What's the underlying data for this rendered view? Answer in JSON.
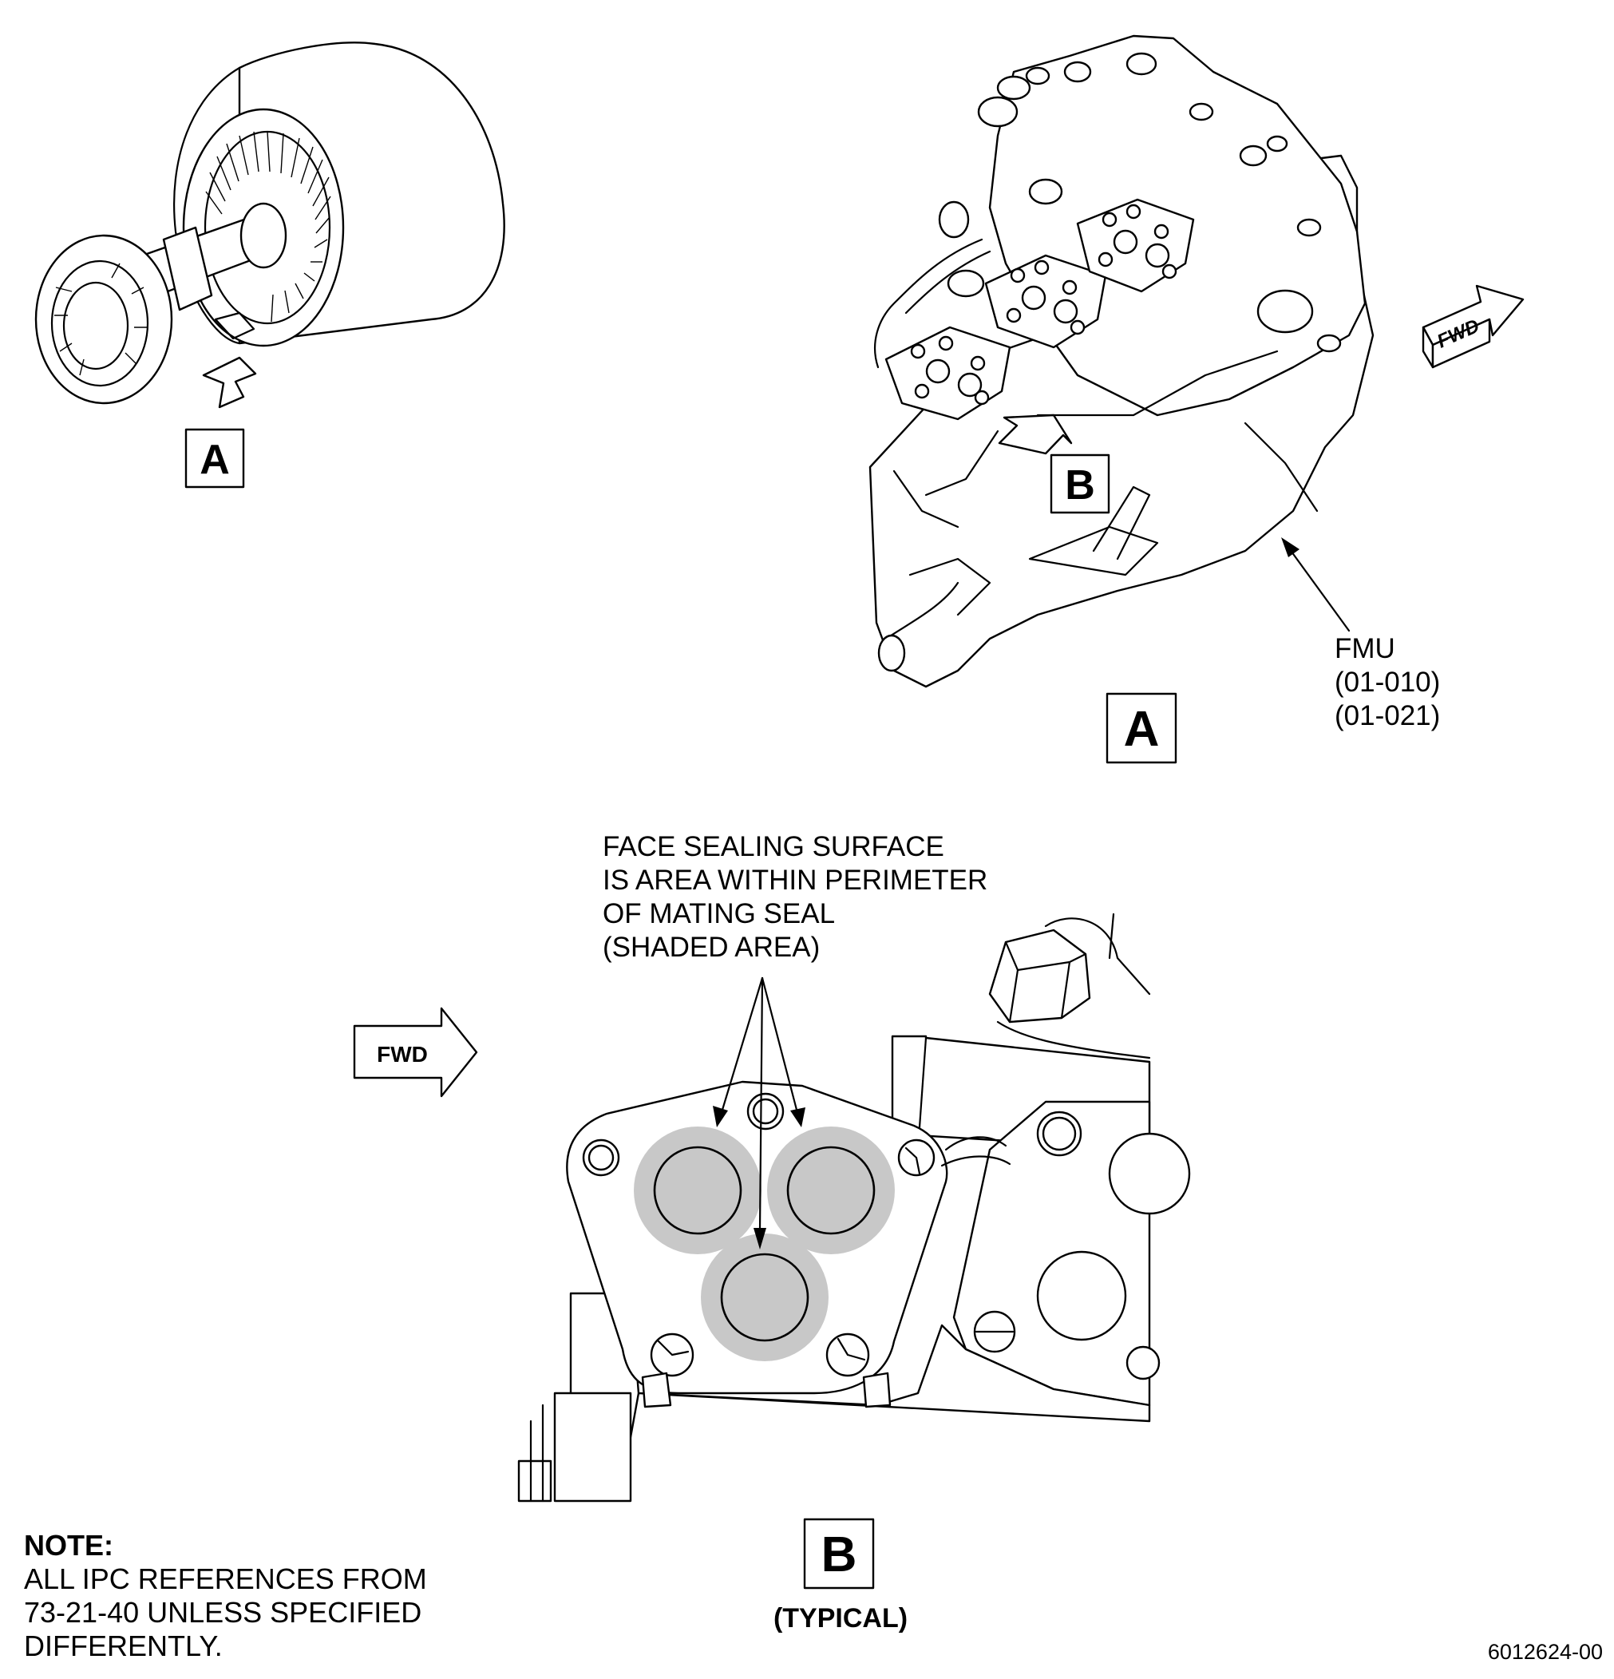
{
  "view_a_callout": "A",
  "view_b_callout": "B",
  "fwd_label": "FWD",
  "fmu_label": [
    "FMU",
    "(01-010)",
    "(01-021)"
  ],
  "sealing_callout": [
    "FACE SEALING SURFACE",
    "IS AREA WITHIN PERIMETER",
    "OF MATING SEAL",
    "(SHADED AREA)"
  ],
  "view_b_caption": "(TYPICAL)",
  "note": {
    "heading": "NOTE:",
    "lines": [
      "ALL IPC REFERENCES FROM",
      "73-21-40 UNLESS SPECIFIED",
      "DIFFERENTLY."
    ]
  },
  "document_number": "6012624-00",
  "colors": {
    "seal_shade": "#c8c8c8",
    "line": "#000000"
  }
}
